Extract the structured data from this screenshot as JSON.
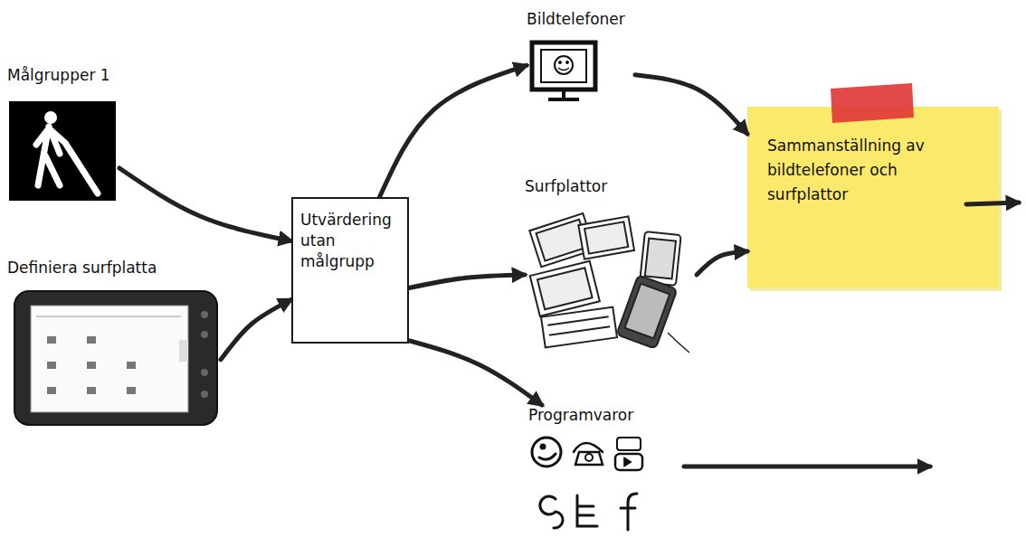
{
  "diagram": {
    "nodes": [
      {
        "text": [
          "Målgrupper 1"
        ]
      },
      {
        "text": [
          "Definiera surfplatta"
        ]
      },
      {
        "text": [
          "Utvärdering utan målgrupp"
        ]
      },
      {
        "text": [
          "Bildtelefoner"
        ]
      },
      {
        "text": [
          "Surfplattor"
        ]
      },
      {
        "text": [
          "Programvaror"
        ]
      },
      {
        "text": [
          "Sammanställning av bildtelefoner och surfplattor"
        ]
      }
    ],
    "edges": [
      {
        "from": 0,
        "to": 2,
        "arrow": "to"
      },
      {
        "from": 1,
        "to": 2,
        "arrow": "to"
      },
      {
        "from": 2,
        "to": 3,
        "arrow": "to"
      },
      {
        "from": 2,
        "to": 4,
        "arrow": "to"
      },
      {
        "from": 2,
        "to": 5,
        "arrow": "to"
      },
      {
        "from": 3,
        "to": 6,
        "arrow": "to"
      },
      {
        "from": 4,
        "to": 6,
        "arrow": "to"
      }
    ]
  }
}
